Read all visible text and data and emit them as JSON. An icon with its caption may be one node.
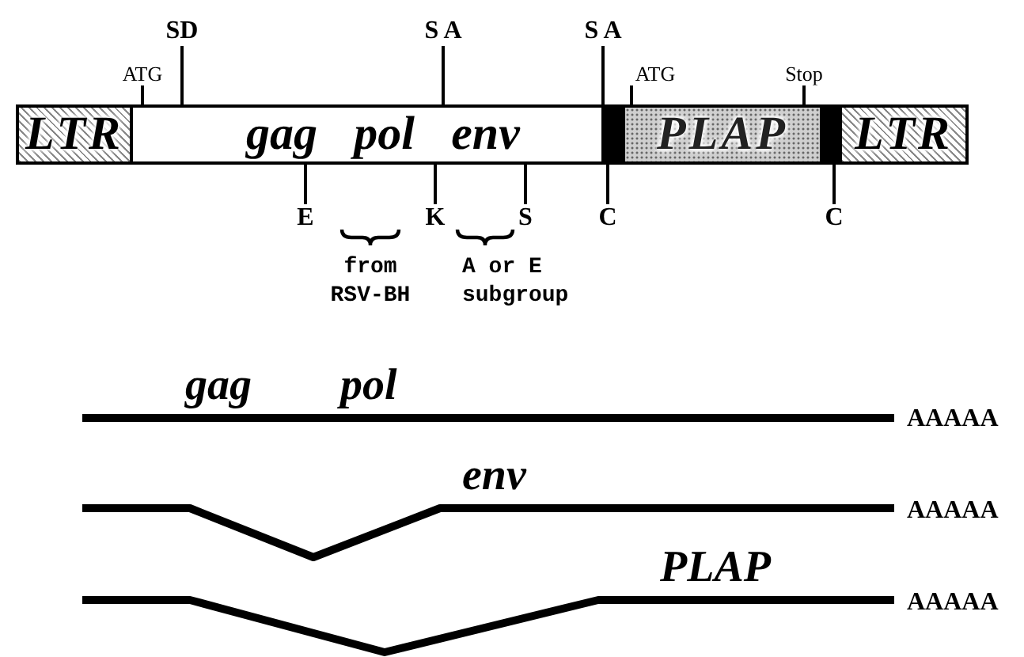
{
  "diagram": {
    "nodes": [
      {
        "text": [
          "LTR"
        ]
      },
      {
        "text": [
          "gag",
          "pol",
          "env"
        ]
      },
      {
        "text": [],
        "shape": "bar"
      },
      {
        "text": [
          "PLAP"
        ]
      },
      {
        "text": [],
        "shape": "bar"
      },
      {
        "text": [
          "LTR"
        ]
      },
      {
        "text": [
          "SD"
        ]
      },
      {
        "text": [
          "S A"
        ]
      },
      {
        "text": [
          "S A"
        ]
      },
      {
        "text": [
          "ATG"
        ]
      },
      {
        "text": [
          "ATG"
        ]
      },
      {
        "text": [
          "Stop"
        ]
      },
      {
        "text": [
          "E"
        ]
      },
      {
        "text": [
          "K"
        ]
      },
      {
        "text": [
          "S"
        ]
      },
      {
        "text": [
          "C"
        ]
      },
      {
        "text": [
          "C"
        ]
      }
    ],
    "edges": [
      {
        "from": 6,
        "to": 1,
        "arrow": "none"
      },
      {
        "from": 7,
        "to": 1,
        "arrow": "none"
      },
      {
        "from": 8,
        "to": 2,
        "arrow": "none"
      },
      {
        "from": 9,
        "to": 1,
        "arrow": "none"
      },
      {
        "from": 10,
        "to": 3,
        "arrow": "none"
      },
      {
        "from": 11,
        "to": 3,
        "arrow": "none"
      },
      {
        "from": 12,
        "to": 1,
        "arrow": "none"
      },
      {
        "from": 13,
        "to": 1,
        "arrow": "none"
      },
      {
        "from": 14,
        "to": 1,
        "arrow": "none"
      },
      {
        "from": 15,
        "to": 2,
        "arrow": "none"
      },
      {
        "from": 16,
        "to": 4,
        "arrow": "none"
      }
    ],
    "labels": [
      "from RSV-BH",
      "A or E subgroup",
      "gag",
      "pol",
      "AAAAA",
      "env",
      "AAAAA",
      "PLAP",
      "AAAAA"
    ]
  }
}
